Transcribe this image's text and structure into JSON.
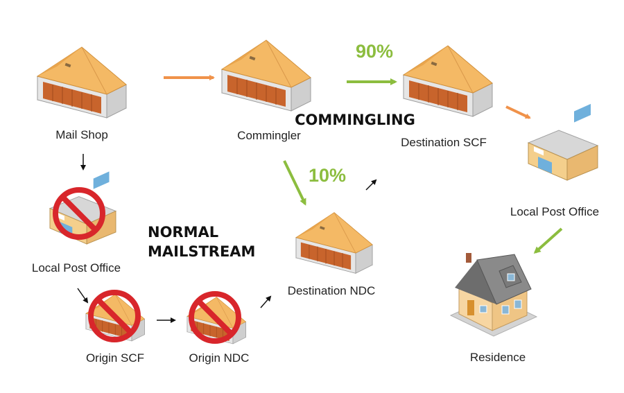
{
  "nodes": {
    "mail_shop": "Mail Shop",
    "commingler": "Commingler",
    "destination_scf": "Destination SCF",
    "local_post_office_right": "Local Post Office",
    "residence": "Residence",
    "local_post_office_left": "Local Post Office",
    "origin_scf": "Origin SCF",
    "origin_ndc": "Origin NDC",
    "destination_ndc": "Destination NDC"
  },
  "headings": {
    "commingling": "COMMINGLING",
    "normal_line1": "NORMAL",
    "normal_line2": "MAILSTREAM"
  },
  "percentages": {
    "to_scf": "90%",
    "to_ndc": "10%"
  },
  "colors": {
    "orange_arrow": "#f0924a",
    "green_arrow": "#8cbd3f",
    "roof": "#f2b562",
    "door": "#c8642c",
    "prohibited": "#d8262b"
  }
}
